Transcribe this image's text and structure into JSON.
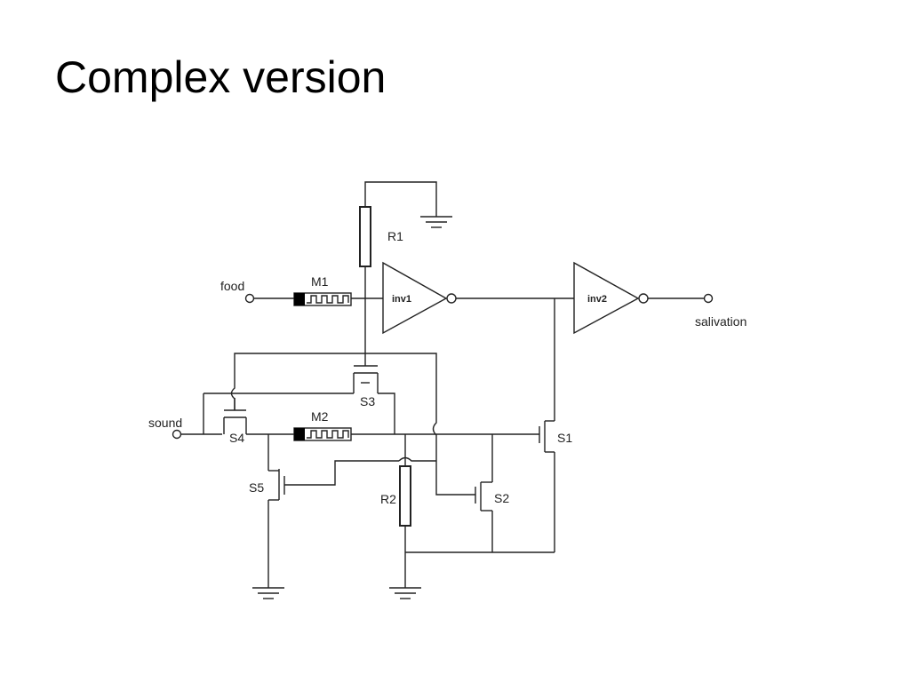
{
  "slide": {
    "title": "Complex version"
  },
  "circuit": {
    "labels": {
      "food": "food",
      "sound": "sound",
      "salivation": "salivation",
      "M1": "M1",
      "M2": "M2",
      "R1": "R1",
      "R2": "R2",
      "S1": "S1",
      "S2": "S2",
      "S3": "S3",
      "S4": "S4",
      "S5": "S5",
      "inv1": "inv1",
      "inv2": "inv2"
    }
  }
}
